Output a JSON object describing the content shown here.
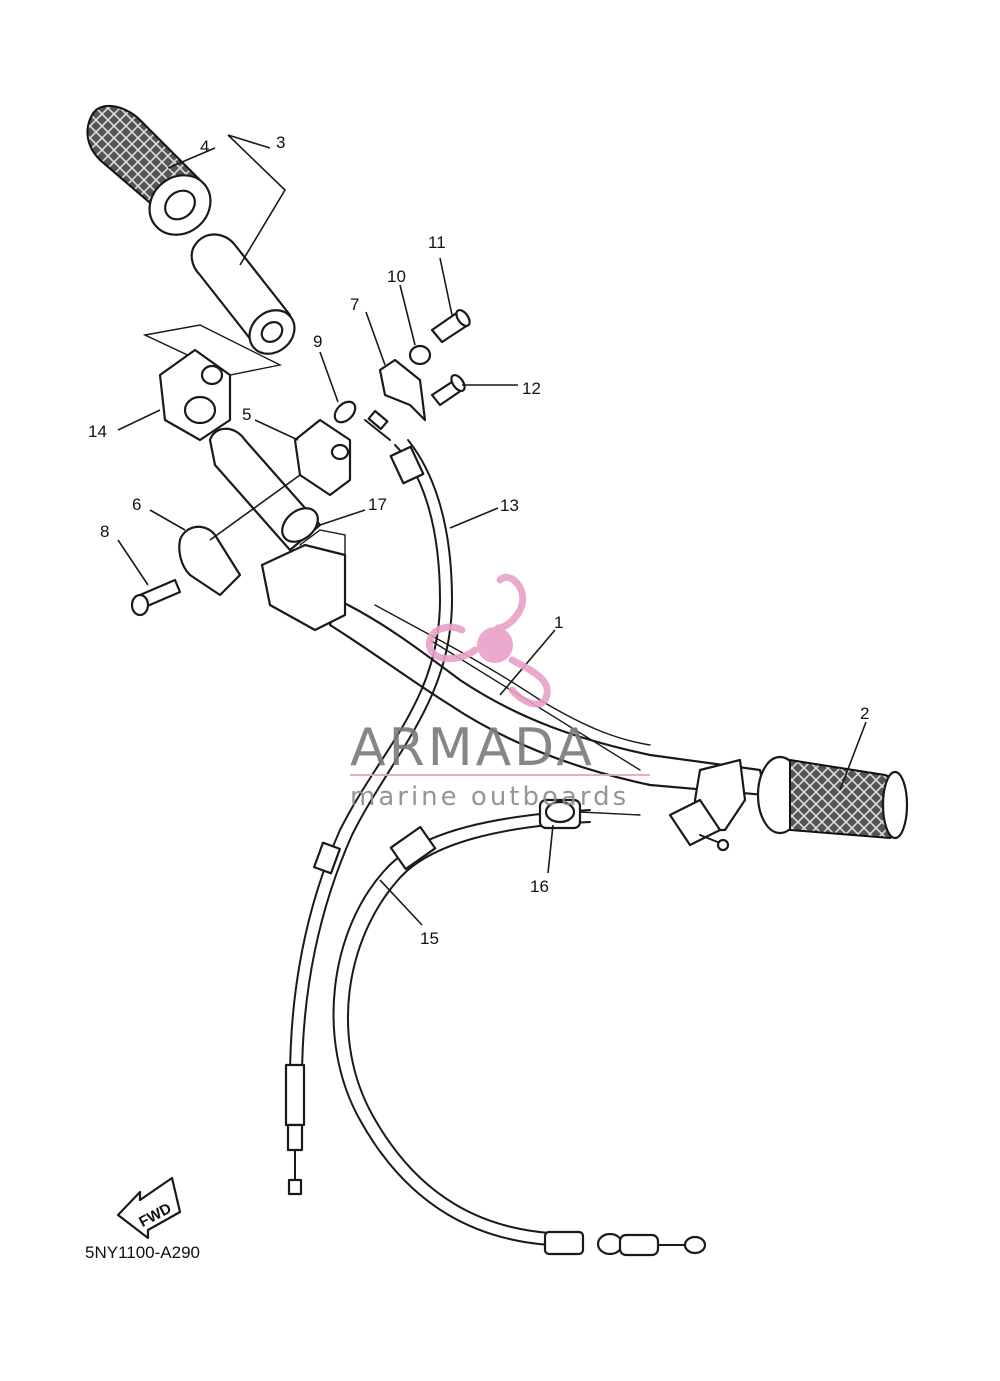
{
  "diagram": {
    "callouts": [
      "1",
      "2",
      "3",
      "4",
      "5",
      "6",
      "7",
      "8",
      "9",
      "10",
      "11",
      "12",
      "13",
      "14",
      "15",
      "16",
      "17"
    ],
    "fwd_label": "FWD",
    "diagram_code": "5NY1100-A290"
  },
  "watermark": {
    "brand": "ARMADA",
    "tagline": "marine outboards",
    "accent_color": "#e8a0c8",
    "text_color": "#7a7a7a"
  }
}
